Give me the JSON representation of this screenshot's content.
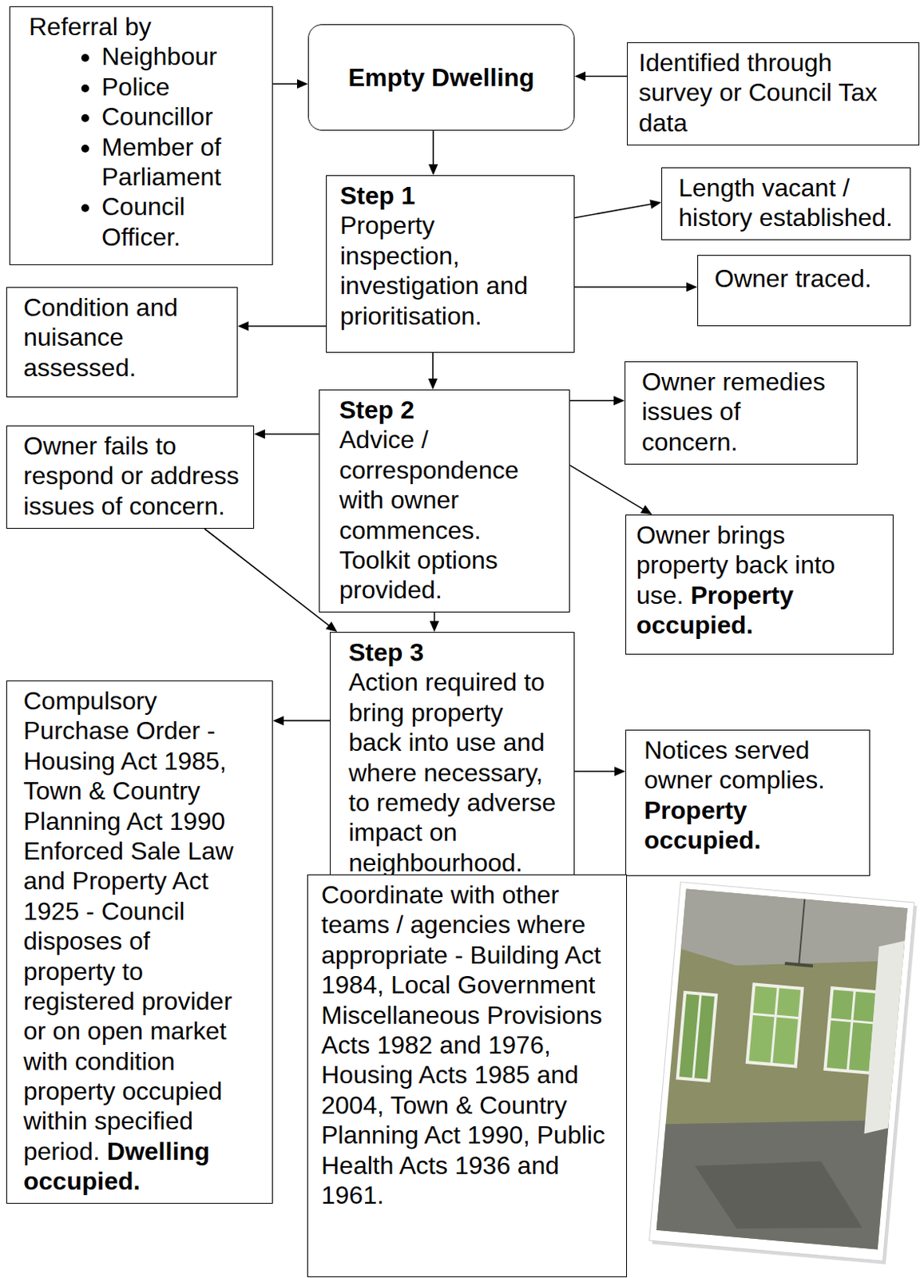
{
  "diagram": {
    "nodes": [
      {
        "text": [
          "Referral by",
          "Neighbour",
          "Police",
          "Councillor",
          "Member of Parliament",
          "Council Officer."
        ]
      },
      {
        "text": [
          "Empty Dwelling"
        ]
      },
      {
        "text": [
          "Identified through survey or Council Tax data"
        ]
      },
      {
        "text": [
          "Step 1",
          "Property inspection, investigation and prioritisation."
        ]
      },
      {
        "text": [
          "Length vacant / history established."
        ]
      },
      {
        "text": [
          "Owner traced."
        ]
      },
      {
        "text": [
          "Condition and nuisance assessed."
        ]
      },
      {
        "text": [
          "Step 2",
          "Advice / correspondence with owner commences. Toolkit options provided."
        ]
      },
      {
        "text": [
          "Owner remedies issues of concern."
        ]
      },
      {
        "text": [
          "Owner fails to respond or address issues of concern."
        ]
      },
      {
        "text": [
          "Owner brings property back into use.",
          "Property occupied."
        ]
      },
      {
        "text": [
          "Step 3",
          "Action required to bring property back into use and where necessary, to remedy adverse impact on neighbourhood."
        ]
      },
      {
        "text": [
          "Compulsory Purchase Order - Housing Act 1985, Town & Country Planning Act 1990 Enforced Sale Law and Property Act 1925 - Council disposes of property to registered provider or on open market with condition property occupied within specified period.",
          "Dwelling occupied."
        ]
      },
      {
        "text": [
          "Notices served owner complies.",
          "Property occupied."
        ]
      },
      {
        "text": [
          "Coordinate with other teams / agencies where appropriate - Building Act 1984, Local Government Miscellaneous Provisions Acts 1982 and 1976, Housing Acts 1985 and 2004, Town & Country Planning Act 1990, Public Health Acts 1936 and 1961."
        ]
      }
    ],
    "edges": [
      {
        "from": 0,
        "to": 1,
        "arrow": "to"
      },
      {
        "from": 2,
        "to": 1,
        "arrow": "to"
      },
      {
        "from": 1,
        "to": 3,
        "arrow": "to"
      },
      {
        "from": 3,
        "to": 4,
        "arrow": "to"
      },
      {
        "from": 3,
        "to": 5,
        "arrow": "to"
      },
      {
        "from": 3,
        "to": 6,
        "arrow": "to"
      },
      {
        "from": 3,
        "to": 7,
        "arrow": "to"
      },
      {
        "from": 7,
        "to": 8,
        "arrow": "to"
      },
      {
        "from": 7,
        "to": 9,
        "arrow": "to"
      },
      {
        "from": 7,
        "to": 10,
        "arrow": "to"
      },
      {
        "from": 7,
        "to": 11,
        "arrow": "to"
      },
      {
        "from": 9,
        "to": 11,
        "arrow": "to"
      },
      {
        "from": 11,
        "to": 12,
        "arrow": "to"
      },
      {
        "from": 11,
        "to": 13,
        "arrow": "to"
      },
      {
        "from": 11,
        "to": 14,
        "arrow": "to"
      }
    ]
  }
}
